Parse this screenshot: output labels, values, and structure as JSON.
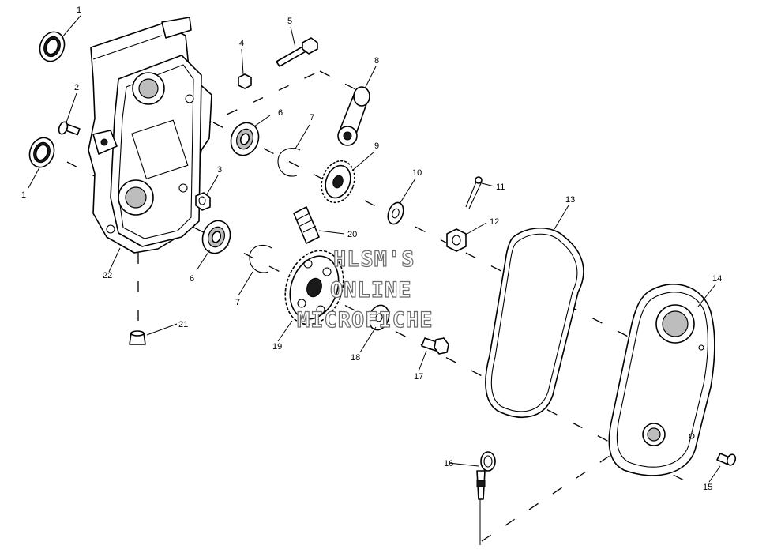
{
  "watermark": [
    "HLSM'S",
    "ONLINE",
    "MICROFICHE"
  ],
  "callouts": {
    "c1a": "1",
    "c1b": "1",
    "c2": "2",
    "c3": "3",
    "c4": "4",
    "c5": "5",
    "c6a": "6",
    "c6b": "6",
    "c7a": "7",
    "c7b": "7",
    "c8": "8",
    "c9": "9",
    "c10": "10",
    "c11": "11",
    "c12": "12",
    "c13": "13",
    "c14": "14",
    "c15": "15",
    "c16": "16",
    "c17": "17",
    "c18": "18",
    "c19": "19",
    "c20": "20",
    "c21": "21",
    "c22": "22"
  }
}
